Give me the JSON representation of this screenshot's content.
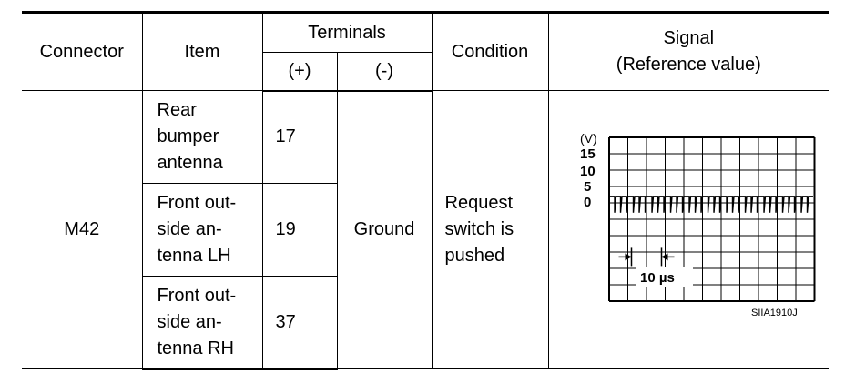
{
  "headers": {
    "connector": "Connector",
    "item": "Item",
    "terminals": "Terminals",
    "plus": "(+)",
    "minus": "(-)",
    "condition": "Condition",
    "signal_line1": "Signal",
    "signal_line2": "(Reference value)"
  },
  "connector": "M42",
  "ground": "Ground",
  "condition_lines": [
    "Request",
    "switch is",
    "pushed"
  ],
  "rows": [
    {
      "item_lines": [
        "Rear",
        "bumper",
        "antenna"
      ],
      "terminal": "17"
    },
    {
      "item_lines": [
        "Front out-",
        "side an-",
        "tenna LH"
      ],
      "terminal": "19"
    },
    {
      "item_lines": [
        "Front out-",
        "side an-",
        "tenna RH"
      ],
      "terminal": "37"
    }
  ],
  "waveform": {
    "unit": "(V)",
    "y_ticks": [
      "15",
      "10",
      "5",
      "0"
    ],
    "time_label": "10 µs",
    "ref_code": "SIIA1910J"
  }
}
